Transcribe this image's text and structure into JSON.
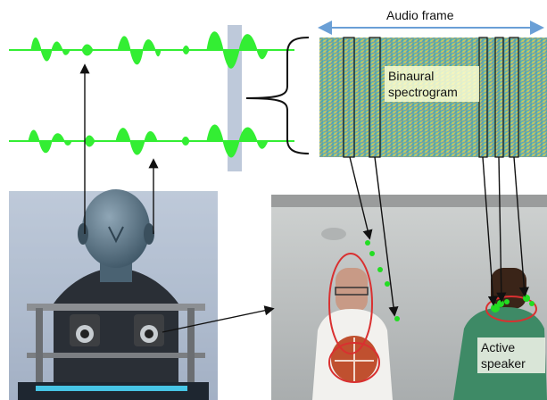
{
  "labels": {
    "audio_frame": "Audio frame",
    "spectrogram_line1": "Binaural",
    "spectrogram_line2": "spectrogram",
    "active_line1": "Active",
    "active_line2": "speaker"
  },
  "colors": {
    "waveform": "#33ee33",
    "frame_band": "#b7c3d6",
    "arrow_blue": "#6a9fd6",
    "ellipse_red": "#d93030",
    "detection_green": "#22dd22",
    "wall": "#c8cbca"
  },
  "icons": [
    "dummy-head-microphone-photo",
    "camera-scene-photo"
  ]
}
